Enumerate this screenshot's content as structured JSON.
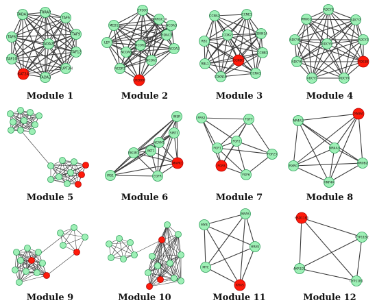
{
  "modules": [
    {
      "caption": "Module 1",
      "label_size": 5,
      "nodes": [
        {
          "label": "TADA1",
          "c": "g"
        },
        {
          "label": "TRRAP",
          "c": "g"
        },
        {
          "label": "TAF5",
          "c": "g"
        },
        {
          "label": "TAF9",
          "c": "g"
        },
        {
          "label": "TAF12",
          "c": "g"
        },
        {
          "label": "SUPT3H",
          "c": "g"
        },
        {
          "label": "TADA3",
          "c": "g"
        },
        {
          "label": "KAT2A",
          "c": "r"
        },
        {
          "label": "TAF10",
          "c": "g"
        },
        {
          "label": "TAF6",
          "c": "g"
        },
        {
          "label": "TADA2B",
          "c": "g"
        }
      ],
      "edges": "all"
    },
    {
      "caption": "Module 2",
      "label_size": 4.4,
      "nodes": [
        {
          "label": "EP300",
          "c": "g"
        },
        {
          "label": "NCOA3",
          "c": "g"
        },
        {
          "label": "NCOA2",
          "c": "g"
        },
        {
          "label": "MED1",
          "c": "g"
        },
        {
          "label": "PPARGC1A",
          "c": "g"
        },
        {
          "label": "LEP",
          "c": "g"
        },
        {
          "label": "NCOA1",
          "c": "g"
        },
        {
          "label": "CREBBP",
          "c": "r"
        },
        {
          "label": "NCOR1",
          "c": "g"
        },
        {
          "label": "HDAC3",
          "c": "g"
        },
        {
          "label": "NCOR2",
          "c": "g"
        },
        {
          "label": "NCOA6",
          "c": "g"
        }
      ],
      "edges": "all"
    },
    {
      "caption": "Module 3",
      "label_size": 4.4,
      "nodes": [
        {
          "label": "CCNA2",
          "c": "g"
        },
        {
          "label": "CCNE1",
          "c": "g"
        },
        {
          "label": "CDK2",
          "c": "g"
        },
        {
          "label": "CDKN1A",
          "c": "g"
        },
        {
          "label": "RB1",
          "c": "g"
        },
        {
          "label": "CCND1",
          "c": "r"
        },
        {
          "label": "CCNB1",
          "c": "g"
        },
        {
          "label": "RBL1",
          "c": "g"
        },
        {
          "label": "CDKN1B",
          "c": "g"
        },
        {
          "label": "CCNA1",
          "c": "g"
        }
      ],
      "edges": "all"
    },
    {
      "caption": "Module 4",
      "label_size": 4.4,
      "nodes": [
        {
          "label": "ADCY3",
          "c": "g"
        },
        {
          "label": "PRKG1",
          "c": "g"
        },
        {
          "label": "ADCY7",
          "c": "g"
        },
        {
          "label": "ADCY8",
          "c": "g"
        },
        {
          "label": "ADCY2",
          "c": "g"
        },
        {
          "label": "ADCY6",
          "c": "g"
        },
        {
          "label": "ADCY5",
          "c": "g"
        },
        {
          "label": "PDE3B",
          "c": "r"
        },
        {
          "label": "ADCY1",
          "c": "g"
        },
        {
          "label": "ADCY9",
          "c": "g"
        }
      ],
      "edges": "all"
    },
    {
      "caption": "Module 5",
      "label_size": 2.6,
      "edge_width": 0.6,
      "nodes": [
        {
          "label": "",
          "c": "g"
        },
        {
          "label": "",
          "c": "g"
        },
        {
          "label": "",
          "c": "g"
        },
        {
          "label": "",
          "c": "g"
        },
        {
          "label": "",
          "c": "g"
        },
        {
          "label": "",
          "c": "g"
        },
        {
          "label": "",
          "c": "g"
        },
        {
          "label": "",
          "c": "g"
        },
        {
          "label": "",
          "c": "g"
        },
        {
          "label": "",
          "c": "g"
        },
        {
          "label": "",
          "c": "g"
        },
        {
          "label": "",
          "c": "g"
        },
        {
          "label": "",
          "c": "g"
        },
        {
          "label": "",
          "c": "r"
        },
        {
          "label": "",
          "c": "r"
        },
        {
          "label": "",
          "c": "g"
        },
        {
          "label": "",
          "c": "g"
        },
        {
          "label": "",
          "c": "g"
        },
        {
          "label": "",
          "c": "g"
        },
        {
          "label": "",
          "c": "r"
        }
      ],
      "edges": "clusters",
      "clusters": [
        [
          0,
          1,
          2,
          3,
          4,
          5,
          6,
          7,
          8,
          9
        ],
        [
          10,
          11,
          12,
          13,
          14,
          15,
          16,
          17,
          18,
          19
        ]
      ],
      "extra_edges": [
        [
          8,
          10
        ]
      ]
    },
    {
      "caption": "Module 6",
      "label_size": 4.4,
      "nodes": [
        {
          "label": "INSR",
          "c": "g"
        },
        {
          "label": "SIRT1",
          "c": "g"
        },
        {
          "label": "NCAM1",
          "c": "g"
        },
        {
          "label": "PIK3R1",
          "c": "g"
        },
        {
          "label": "AKT1",
          "c": "g"
        },
        {
          "label": "IRS1",
          "c": "g"
        },
        {
          "label": "EGFR",
          "c": "g"
        },
        {
          "label": "MAPK1",
          "c": "r"
        }
      ],
      "edges": "all"
    },
    {
      "caption": "Module 7",
      "label_size": 4.4,
      "nodes": [
        {
          "label": "FRS2",
          "c": "g"
        },
        {
          "label": "FGF7",
          "c": "g"
        },
        {
          "label": "FGF2",
          "c": "g"
        },
        {
          "label": "FGF1",
          "c": "g"
        },
        {
          "label": "FGF23",
          "c": "g"
        },
        {
          "label": "FGF6",
          "c": "g"
        },
        {
          "label": "FGF8",
          "c": "r"
        }
      ],
      "edges": "list",
      "edge_list": [
        [
          0,
          1
        ],
        [
          0,
          3
        ],
        [
          0,
          2
        ],
        [
          0,
          6
        ],
        [
          1,
          3
        ],
        [
          1,
          2
        ],
        [
          1,
          4
        ],
        [
          1,
          6
        ],
        [
          3,
          2
        ],
        [
          3,
          6
        ],
        [
          3,
          5
        ],
        [
          2,
          4
        ],
        [
          2,
          5
        ],
        [
          2,
          6
        ],
        [
          4,
          5
        ],
        [
          6,
          5
        ],
        [
          3,
          4
        ]
      ]
    },
    {
      "caption": "Module 8",
      "label_size": 4.4,
      "nodes": [
        {
          "label": "NR4A1",
          "c": "g"
        },
        {
          "label": "PPARA",
          "c": "r"
        },
        {
          "label": "NR4A3",
          "c": "g"
        },
        {
          "label": "RXRG",
          "c": "g"
        },
        {
          "label": "NR0B2",
          "c": "g"
        },
        {
          "label": "HNF4A",
          "c": "g"
        }
      ],
      "edges": "all"
    },
    {
      "caption": "Module 9",
      "label_size": 2.6,
      "edge_width": 0.6,
      "nodes": [
        {
          "label": "",
          "c": "g"
        },
        {
          "label": "",
          "c": "g"
        },
        {
          "label": "",
          "c": "g"
        },
        {
          "label": "",
          "c": "g"
        },
        {
          "label": "",
          "c": "r"
        },
        {
          "label": "",
          "c": "g"
        },
        {
          "label": "",
          "c": "g"
        },
        {
          "label": "",
          "c": "g"
        },
        {
          "label": "",
          "c": "g"
        },
        {
          "label": "",
          "c": "r"
        },
        {
          "label": "",
          "c": "g"
        },
        {
          "label": "",
          "c": "g"
        },
        {
          "label": "",
          "c": "g"
        },
        {
          "label": "",
          "c": "g"
        },
        {
          "label": "",
          "c": "g"
        },
        {
          "label": "",
          "c": "r"
        }
      ],
      "edges": "clusters",
      "clusters": [
        [
          0,
          1,
          2,
          3,
          4,
          5,
          6,
          7,
          8,
          9,
          10
        ],
        [
          11,
          12,
          13,
          14,
          15
        ]
      ],
      "extra_edges": [
        [
          9,
          15
        ],
        [
          4,
          12
        ]
      ]
    },
    {
      "caption": "Module 10",
      "label_size": 2.6,
      "edge_width": 0.6,
      "nodes": [
        {
          "label": "",
          "c": "g"
        },
        {
          "label": "",
          "c": "g"
        },
        {
          "label": "",
          "c": "g"
        },
        {
          "label": "",
          "c": "g"
        },
        {
          "label": "",
          "c": "g"
        },
        {
          "label": "",
          "c": "g"
        },
        {
          "label": "",
          "c": "g"
        },
        {
          "label": "",
          "c": "g"
        },
        {
          "label": "",
          "c": "r"
        },
        {
          "label": "",
          "c": "g"
        },
        {
          "label": "",
          "c": "g"
        },
        {
          "label": "",
          "c": "g"
        },
        {
          "label": "",
          "c": "g"
        },
        {
          "label": "",
          "c": "g"
        },
        {
          "label": "",
          "c": "r"
        },
        {
          "label": "",
          "c": "g"
        },
        {
          "label": "",
          "c": "r"
        },
        {
          "label": "",
          "c": "g"
        }
      ],
      "edges": "clusters",
      "clusters": [
        [
          0,
          1,
          2,
          3,
          4,
          5
        ],
        [
          6,
          7,
          8,
          9,
          10,
          11,
          12,
          13,
          14,
          15,
          16,
          17
        ]
      ],
      "extra_edges": [
        [
          4,
          8
        ]
      ]
    },
    {
      "caption": "Module 11",
      "label_size": 4.4,
      "nodes": [
        {
          "label": "MYB",
          "c": "g"
        },
        {
          "label": "NRAS",
          "c": "g"
        },
        {
          "label": "HRAS",
          "c": "g"
        },
        {
          "label": "MYC",
          "c": "g"
        },
        {
          "label": "KRAS",
          "c": "r"
        }
      ],
      "edges": "all"
    },
    {
      "caption": "Module 12",
      "label_size": 4.4,
      "nodes": [
        {
          "label": "HSD11B1",
          "c": "r"
        },
        {
          "label": "CYP11B2",
          "c": "g"
        },
        {
          "label": "AKR1D1",
          "c": "g"
        },
        {
          "label": "CYP11B1",
          "c": "g"
        }
      ],
      "edges": "all"
    }
  ]
}
